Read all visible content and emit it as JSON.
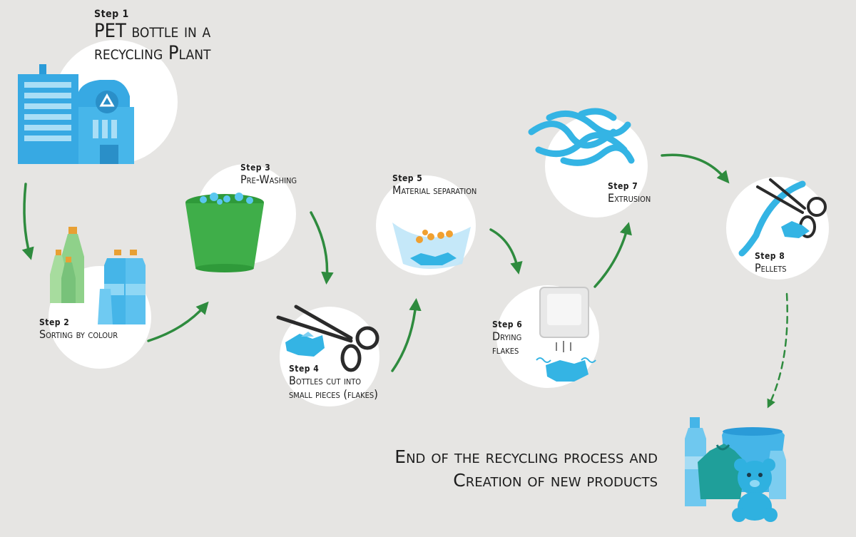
{
  "steps": [
    {
      "label": "Step 1",
      "desc": [
        "PET bottle in a",
        "recycling Plant"
      ]
    },
    {
      "label": "Step 2",
      "desc": [
        "Sorting by colour"
      ]
    },
    {
      "label": "Step 3",
      "desc": [
        "Pre-Washing"
      ]
    },
    {
      "label": "Step 4",
      "desc": [
        "Bottles cut into",
        "small pieces (flakes)"
      ]
    },
    {
      "label": "Step 5",
      "desc": [
        "Material separation"
      ]
    },
    {
      "label": "Step 6",
      "desc": [
        "Drying",
        "flakes"
      ]
    },
    {
      "label": "Step 7",
      "desc": [
        "Extrusion"
      ]
    },
    {
      "label": "Step 8",
      "desc": [
        "Pellets"
      ]
    }
  ],
  "end": {
    "line1": "End of the recycling process and",
    "line2": "Creation of new products"
  },
  "colors": {
    "background": "#e6e5e3",
    "circle": "#ffffff",
    "arrow": "#2e8b3e",
    "plastic": "#34b4e4",
    "bucket": "#3fae49",
    "text": "#1d1d1d"
  },
  "icons": [
    "recycling-plant-icon",
    "recycle-icon",
    "bottles-icon",
    "bucket-icon",
    "scissors-icon",
    "flakes-icon",
    "separation-bowl-icon",
    "dryer-icon",
    "extruded-strands-icon",
    "pellets-icon",
    "new-products-icon",
    "teddy-bear-icon",
    "sweater-icon"
  ]
}
